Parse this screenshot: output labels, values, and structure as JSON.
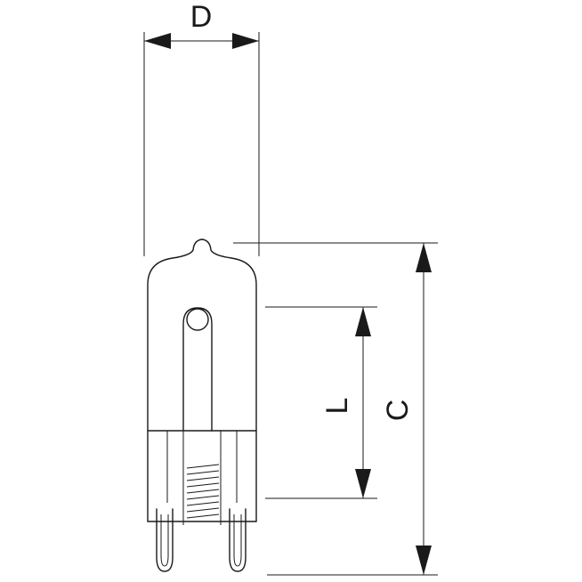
{
  "labels": {
    "diameter": "D",
    "light_centre_length": "L",
    "overall_length": "C"
  },
  "colors": {
    "line": "#1a1a1a",
    "background": "#ffffff"
  }
}
